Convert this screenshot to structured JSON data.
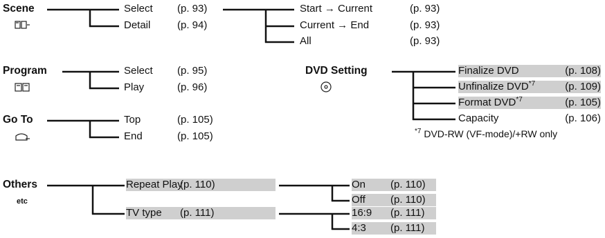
{
  "scene": {
    "title": "Scene",
    "icon": "scene-icon",
    "items": [
      {
        "label": "Select",
        "page": "(p. 93)"
      },
      {
        "label": "Detail",
        "page": "(p. 94)"
      }
    ],
    "sub": [
      {
        "label": "Start → Current",
        "page": "(p. 93)"
      },
      {
        "label": "Current → End",
        "page": "(p. 93)"
      },
      {
        "label": "All",
        "page": "(p. 93)"
      }
    ]
  },
  "program": {
    "title": "Program",
    "icon": "program-icon",
    "items": [
      {
        "label": "Select",
        "page": "(p. 95)"
      },
      {
        "label": "Play",
        "page": "(p. 96)"
      }
    ]
  },
  "dvd": {
    "title": "DVD Setting",
    "icon": "dvd-icon",
    "items": [
      {
        "label": "Finalize DVD",
        "page": "(p. 108)"
      },
      {
        "label": "Unfinalize DVD",
        "sup": "*7",
        "page": "(p. 109)"
      },
      {
        "label": "Format DVD",
        "sup": "*7",
        "page": "(p. 105)"
      },
      {
        "label": "Capacity",
        "page": "(p. 106)"
      }
    ],
    "footnote_mark": "*7",
    "footnote": " DVD-RW (VF-mode)/+RW only"
  },
  "goto": {
    "title": "Go To",
    "icon": "goto-icon",
    "items": [
      {
        "label": "Top",
        "page": "(p. 105)"
      },
      {
        "label": "End",
        "page": "(p. 105)"
      }
    ]
  },
  "others": {
    "title": "Others",
    "icon_text": "etc",
    "items": [
      {
        "label": "Repeat Play",
        "page": "(p. 110)"
      },
      {
        "label": "TV type",
        "page": "(p. 111)"
      }
    ],
    "repeat_sub": [
      {
        "label": "On",
        "page": "(p. 110)"
      },
      {
        "label": "Off",
        "page": "(p. 110)"
      }
    ],
    "tv_sub": [
      {
        "label": "16:9",
        "page": "(p. 111)"
      },
      {
        "label": "4:3",
        "page": "(p. 111)"
      }
    ]
  }
}
